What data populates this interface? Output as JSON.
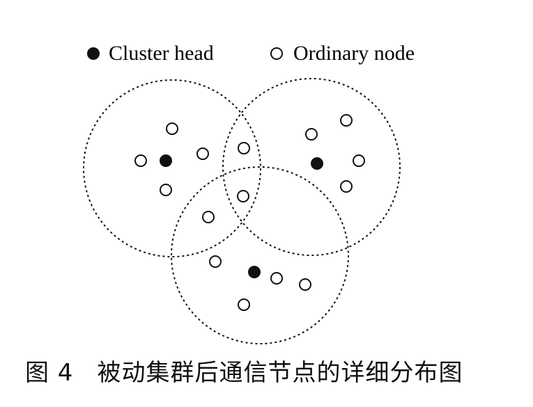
{
  "legend": {
    "cluster_head_label": "Cluster head",
    "ordinary_node_label": "Ordinary node"
  },
  "caption": {
    "number": "图 4",
    "text": "被动集群后通信节点的详细分布图"
  },
  "colors": {
    "stroke": "#111111",
    "background": "#ffffff"
  }
}
